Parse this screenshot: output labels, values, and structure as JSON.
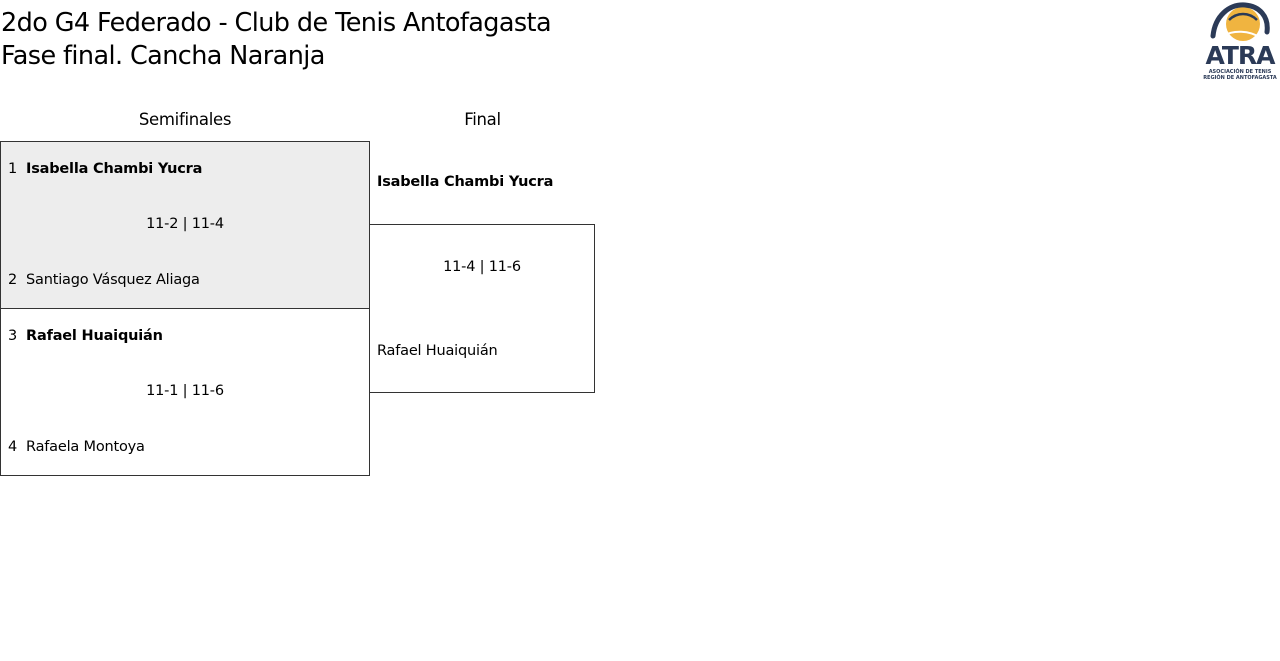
{
  "title": {
    "line1": "2do G4 Federado - Club de Tenis Antofagasta",
    "line2": "Fase final. Cancha Naranja"
  },
  "logo": {
    "text": "ATRA",
    "subtitle_line1": "ASOCIACIÓN DE TENIS",
    "subtitle_line2": "REGIÓN DE ANTOFAGASTA",
    "colors": {
      "navy": "#2b3a57",
      "gold": "#f0b440"
    }
  },
  "rounds": {
    "semifinals": "Semifinales",
    "final": "Final"
  },
  "semifinals": [
    {
      "top": {
        "seed": "1",
        "name": "Isabella Chambi Yucra",
        "winner": true
      },
      "score": "11-2 | 11-4",
      "bottom": {
        "seed": "2",
        "name": "Santiago Vásquez Aliaga",
        "winner": false
      }
    },
    {
      "top": {
        "seed": "3",
        "name": "Rafael Huaiquián",
        "winner": true
      },
      "score": "11-1 | 11-6",
      "bottom": {
        "seed": "4",
        "name": "Rafaela Montoya",
        "winner": false
      }
    }
  ],
  "final": {
    "winner": "Isabella Chambi Yucra",
    "score": "11-4 | 11-6",
    "runner_up": "Rafael Huaiquián"
  },
  "colors": {
    "shaded_match_bg": "#ededed",
    "border": "#333333"
  }
}
